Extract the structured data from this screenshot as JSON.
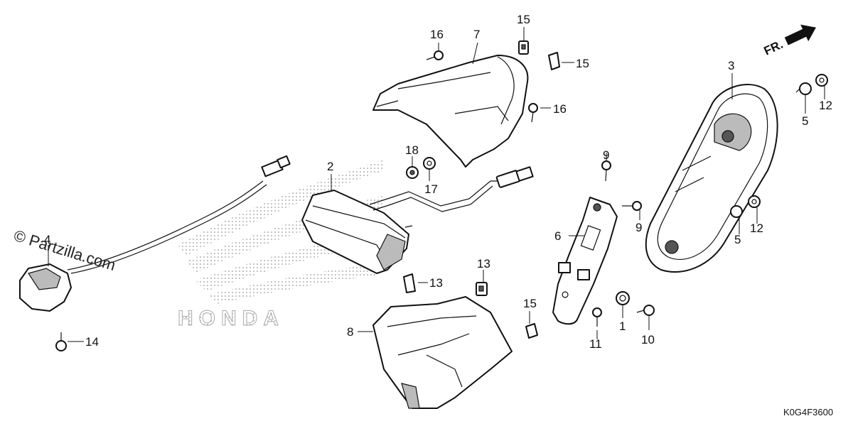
{
  "watermark": "© Partzilla.com",
  "logo_text": "HONDA",
  "diagram_code": "K0G4F3600",
  "fr_arrow": {
    "label": "FR.",
    "icon": "front-direction-arrow-icon"
  },
  "callouts": [
    {
      "id": "c16a",
      "text": "16"
    },
    {
      "id": "c7",
      "text": "7"
    },
    {
      "id": "c15a",
      "text": "15"
    },
    {
      "id": "c15b",
      "text": "15"
    },
    {
      "id": "c16b",
      "text": "16"
    },
    {
      "id": "c3",
      "text": "3"
    },
    {
      "id": "c5a",
      "text": "5"
    },
    {
      "id": "c12a",
      "text": "12"
    },
    {
      "id": "c18",
      "text": "18"
    },
    {
      "id": "c17",
      "text": "17"
    },
    {
      "id": "c2",
      "text": "2"
    },
    {
      "id": "c9a",
      "text": "9"
    },
    {
      "id": "c9b",
      "text": "9"
    },
    {
      "id": "c12b",
      "text": "12"
    },
    {
      "id": "c5b",
      "text": "5"
    },
    {
      "id": "c6",
      "text": "6"
    },
    {
      "id": "c4",
      "text": "4"
    },
    {
      "id": "c13a",
      "text": "13"
    },
    {
      "id": "c13b",
      "text": "13"
    },
    {
      "id": "c14",
      "text": "14"
    },
    {
      "id": "c15c",
      "text": "15"
    },
    {
      "id": "c8",
      "text": "8"
    },
    {
      "id": "c1",
      "text": "1"
    },
    {
      "id": "c11",
      "text": "11"
    },
    {
      "id": "c10",
      "text": "10"
    }
  ]
}
